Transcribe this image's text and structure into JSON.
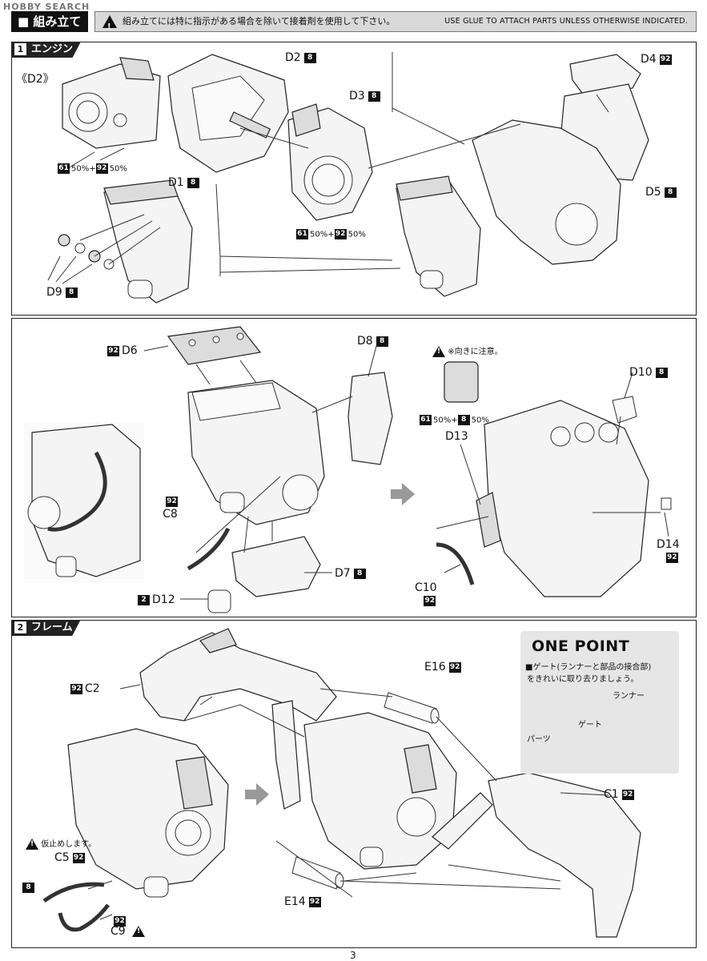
{
  "watermark": "HOBBY SEARCH",
  "header": {
    "title": "組み立て",
    "notice_jp": "組み立てには特に指示がある場合を除いて接着剤を使用して下さい。",
    "notice_en": "USE GLUE TO ATTACH PARTS UNLESS OTHERWISE INDICATED."
  },
  "step1": {
    "num": "1",
    "title": "エンジン",
    "d2_ref": "《D2》",
    "labels": {
      "d2": "D2",
      "d3": "D3",
      "d4": "D4",
      "d5": "D5",
      "d1": "D1",
      "d9": "D9"
    },
    "colors": {
      "d2": "8",
      "d3": "8",
      "d4": "92",
      "d5": "8",
      "d1": "8",
      "d9": "8"
    },
    "mix1": {
      "a": "61",
      "a_pct": "50%",
      "plus": "+",
      "b": "92",
      "b_pct": "50%"
    },
    "mix2": {
      "a": "61",
      "a_pct": "50%",
      "plus": "+",
      "b": "92",
      "b_pct": "50%"
    }
  },
  "step1b": {
    "labels": {
      "d6": "D6",
      "d8": "D8",
      "d10": "D10",
      "d13": "D13",
      "d14": "D14",
      "c8": "C8",
      "d7": "D7",
      "d12": "D12",
      "c10": "C10"
    },
    "colors": {
      "d6": "92",
      "d8": "8",
      "d10": "8",
      "d14": "92",
      "c8": "92",
      "d7": "8",
      "d12": "2",
      "c10": "92"
    },
    "caution": "※向きに注意。",
    "mix": {
      "a": "61",
      "a_pct": "50%",
      "plus": "+",
      "b": "8",
      "b_pct": "50%"
    }
  },
  "step2": {
    "num": "2",
    "title": "フレーム",
    "labels": {
      "c2": "C2",
      "e16": "E16",
      "c1": "C1",
      "c5": "C5",
      "c9": "C9",
      "e14": "E14"
    },
    "colors": {
      "c2": "92",
      "e16": "92",
      "c1": "92",
      "c5": "92",
      "c9": "92",
      "e14": "92",
      "c5_pre": "8"
    },
    "temp_fit": "仮止めします。",
    "one_point": {
      "title": "ONE POINT",
      "text_line1": "■ゲート(ランナーと部品の接合部)",
      "text_line2": "をきれいに取り去りましょう。",
      "runner": "ランナー",
      "gate": "ゲート",
      "parts": "パーツ"
    }
  },
  "page_number": "3"
}
